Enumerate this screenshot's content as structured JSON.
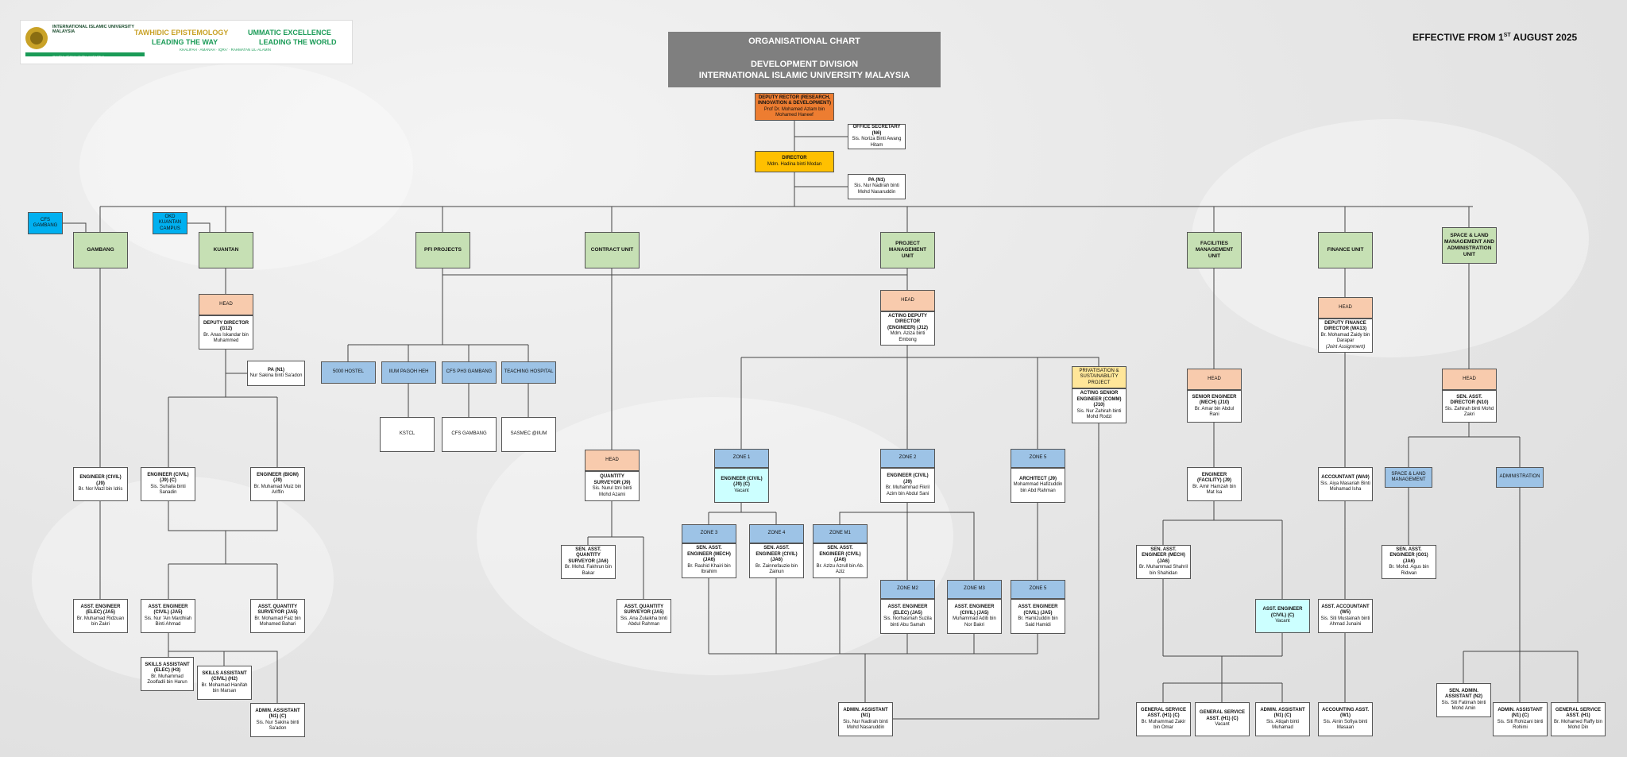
{
  "header": {
    "logo": {
      "university_name": "INTERNATIONAL ISLAMIC UNIVERSITY MALAYSIA",
      "motto": "Garden of Knowledge and Virtue",
      "slogan1_line1": "TAWHIDIC EPISTEMOLOGY",
      "slogan1_line2": "LEADING THE WAY",
      "slogan2_line1": "UMMATIC EXCELLENCE",
      "slogan2_line2": "LEADING THE WORLD",
      "tagline": "KHALIFAH · AMANAH · IQRA' · RAHMATAN LIL-ALAMIN"
    },
    "title_line1": "ORGANISATIONAL CHART",
    "title_line2": "DEVELOPMENT DIVISION",
    "title_line3": "INTERNATIONAL ISLAMIC UNIVERSITY MALAYSIA",
    "effective_from": "EFFECTIVE FROM 1",
    "effective_sup": "ST",
    "effective_rest": " AUGUST 2025"
  },
  "colors": {
    "unit": "#c6e0b4",
    "head": "#f8cbad",
    "deputy_rector": "#ed7d31",
    "director": "#ffc000",
    "zone": "#9dc3e6",
    "vacant": "#ccffff",
    "campus": "#00b0f0",
    "privatisation": "#ffe699",
    "title_bg": "#7f7f7f"
  },
  "top": {
    "deputy_rector": {
      "title": "DEPUTY RECTOR (RESEARCH, INNOVATION & DEVELOPMENT)",
      "name": "Prof Dr. Mohamed Azlam bin Mohamed Haneef"
    },
    "office_secretary": {
      "title": "OFFICE SECRETARY (N6)",
      "name": "Sis. Noriza Binti Awang Hitam"
    },
    "director": {
      "title": "DIRECTOR",
      "name": "Mdm. Hadina binti Modan"
    },
    "pa": {
      "title": "PA (N1)",
      "name": "Sis. Nur Nadirah binti Mohd Nasaruddin"
    }
  },
  "units": {
    "cfs_gambang": "CFS GAMBANG",
    "okd_kuantan": "OKD KUANTAN CAMPUS",
    "gambang": "GAMBANG",
    "kuantan": "KUANTAN",
    "pfi": "PFI PROJECTS",
    "contract": "CONTRACT UNIT",
    "pmu": "PROJECT MANAGEMENT UNIT",
    "facilities": "FACILITIES MANAGEMENT UNIT",
    "finance": "FINANCE UNIT",
    "space": "SPACE & LAND MANAGEMENT AND ADMINISTRATION UNIT"
  },
  "kuantan": {
    "head": "HEAD",
    "deputy": {
      "title": "DEPUTY DIRECTOR (G12)",
      "name": "Br. Anas Iskandar bin Muhammed"
    },
    "pa": {
      "title": "PA (N1)",
      "name": "Nur Sakina binti Sa'adon"
    },
    "eng_civil": {
      "title": "ENGINEER (CIVIL) (J9) (C)",
      "name": "Sis. Suhaila binti Sanadin"
    },
    "eng_biom": {
      "title": "ENGINEER (BIOM) (J9)",
      "name": "Br. Muhamad Muiz bin Ariffin"
    },
    "asst_eng": {
      "title": "ASST. ENGINEER (CIVIL) (JA5)",
      "name": "Sis. Nur 'Ain Mardhiah Binti Ahmad"
    },
    "asst_qs": {
      "title": "ASST. QUANTITY SURVEYOR (JA5)",
      "name": "Br. Mohamad Faiz bin Mohamed Bahari"
    },
    "skills_elec": {
      "title": "SKILLS ASSISTANT (ELEC) (H3)",
      "name": "Br. Muhammad Zoolfadli bin Harun"
    },
    "skills_civil": {
      "title": "SKILLS ASSISTANT (CIVIL) (H2)",
      "name": "Br. Mohamad Hanifah bin Marsan"
    },
    "admin": {
      "title": "ADMIN. ASSISTANT (N1) (C)",
      "name": "Sis. Nur Sakina binti Sa'adon"
    }
  },
  "gambang": {
    "eng_civil": {
      "title": "ENGINEER (CIVIL) (J9)",
      "name": "Br. Nor Mazl bin Idris"
    },
    "asst_eng": {
      "title": "ASST. ENGINEER (ELEC) (JA5)",
      "name": "Br. Muhamad Ridzuan bin Zakri"
    }
  },
  "pfi": {
    "hostel": "5000 HOSTEL",
    "iium_pagoh": "IIUM PAGOH HEH",
    "cfs_ph3": "CFS PH3 GAMBANG",
    "hospital": "TEACHING HOSPITAL",
    "kstcl": "KSTCL",
    "cfs_gambang": "CFS GAMBANG",
    "sasmec": "SASMEC @IIUM"
  },
  "contract": {
    "head": "HEAD",
    "qs": {
      "title": "QUANTITY SURVEYOR (J9)",
      "name": "Sis. Nurul Izni binti Mohd Azami"
    },
    "sen_qs": {
      "title": "SEN. ASST. QUANTITY SURVEYOR (JA6)",
      "name": "Br. Mohd. Fakhrun bin Bakar"
    },
    "asst_qs": {
      "title": "ASST. QUANTITY SURVEYOR (JA5)",
      "name": "Sis. Ana Zulaikha binti Abdul Rahman"
    }
  },
  "pmu": {
    "head": "HEAD",
    "acting": {
      "title": "ACTING DEPUTY DIRECTOR (ENGINEER) (J12)",
      "name": "Mdm. Aziza binti Embong"
    },
    "zone1": "ZONE 1",
    "zone1_eng": {
      "title": "ENGINEER (CIVIL) (J9) (C)",
      "name": "Vacant"
    },
    "zone2": "ZONE 2",
    "zone2_eng": {
      "title": "ENGINEER (CIVIL) (J9)",
      "name": "Br. Muhammad Fikril Azim bin Abdul Sani"
    },
    "zone5": "ZONE 5",
    "zone5_arch": {
      "title": "ARCHITECT (J9)",
      "name": "Mohammad Hafizuddin bin Abd Rahman"
    },
    "zone3": "ZONE 3",
    "zone3_eng": {
      "title": "SEN. ASST. ENGINEER (MECH) (JA6)",
      "name": "Br. Rashid Khairi bin Ibrahim"
    },
    "zone4": "ZONE 4",
    "zone4_eng": {
      "title": "SEN. ASST. ENGINEER (CIVIL) (JA6)",
      "name": "Br. Zainnefauzie bin Zainun"
    },
    "zonem1": "ZONE M1",
    "zonem1_eng": {
      "title": "SEN. ASST. ENGINEER (CIVIL) (JA6)",
      "name": "Br. Azlzu Azrull bin Ab. Aziz"
    },
    "zonem2": "ZONE M2",
    "zonem2_eng": {
      "title": "ASST. ENGINEER (ELEC) (JA5)",
      "name": "Sis. Norhasmah Suzila binti Abu Samah"
    },
    "zonem3": "ZONE M3",
    "zonem3_eng": {
      "title": "ASST. ENGINEER (CIVIL) (JA5)",
      "name": "Muhammad Adib bin Nor Bakri"
    },
    "zone5b": "ZONE 5",
    "zone5b_eng": {
      "title": "ASST. ENGINEER (CIVIL) (JA5)",
      "name": "Br. Hamizuddin bin Said Hamidi"
    },
    "admin": {
      "title": "ADMIN. ASSISTANT (N1)",
      "name": "Sis. Nur Nadirah binti Mohd Nasaruddin"
    },
    "privat": "PRIVATISATION & SUSTAINABILITY PROJECT",
    "privat_eng": {
      "title": "ACTING SENIOR ENGINEER (COMM) (J10)",
      "name": "Sis. Nur Zahirah binti Mohd Rodzi"
    }
  },
  "facilities": {
    "head": "HEAD",
    "senior": {
      "title": "SENIOR ENGINEER (MECH) (J10)",
      "name": "Br. Amar bin Abdul Rani"
    },
    "engineer": {
      "title": "ENGINEER (FACILITY) (J9)",
      "name": "Br. Amir Hamzah bin Mat Isa"
    },
    "sen_asst": {
      "title": "SEN. ASST. ENGINEER (MECH) (JA6)",
      "name": "Br. Muhammad Shahril bin Shahidan"
    },
    "asst_civil": {
      "title": "ASST. ENGINEER (CIVIL) (C)",
      "name": "Vacant"
    },
    "gen1": {
      "title": "GENERAL SERVICE ASST. (H1) (C)",
      "name": "Br. Muhammad Zakir bin Omar"
    },
    "gen2": {
      "title": "GENERAL SERVICE ASST. (H1) (C)",
      "name": "Vacant"
    },
    "admin": {
      "title": "ADMIN. ASSISTANT (N1) (C)",
      "name": "Sis. Atiqah binti Muhamad"
    }
  },
  "finance": {
    "head": "HEAD",
    "deputy": {
      "title": "DEPUTY FINANCE DIRECTOR (WA13)",
      "name": "Br. Mohamad Zaidy bin Darapar",
      "note": "(Joint Assignment)"
    },
    "accountant": {
      "title": "ACCOUNTANT (WA9)",
      "name": "Sis. Aiya Masariah Binti Mohamad Isha"
    },
    "asst_acc": {
      "title": "ASST. ACCOUNTANT (W5)",
      "name": "Sis. Siti Mustainah binti Ahmad Junaini"
    },
    "acc_asst": {
      "title": "ACCOUNTING ASST. (W1)",
      "name": "Sis. Ainin Sofiya binti Masaan"
    }
  },
  "space": {
    "head": "HEAD",
    "director": {
      "title": "SEN. ASST. DIRECTOR (N10)",
      "name": "Sis. Zahirah binti Mohd Zakri"
    },
    "slm": "SPACE & LAND MANAGEMENT",
    "admin_box": "ADMINISTRATION",
    "sen_eng": {
      "title": "SEN. ASST. ENGINEER (G01) (JA6)",
      "name": "Br. Mohd. Agus bin Ridwan"
    },
    "sen_admin": {
      "title": "SEN. ADMIN. ASSISTANT (N2)",
      "name": "Sis. Siti Fatimah binti Mohd Amin"
    },
    "admin_asst": {
      "title": "ADMIN. ASSISTANT (N1) (C)",
      "name": "Sis. Siti Rohizani binti Rohimi"
    },
    "gen_asst": {
      "title": "GENERAL SERVICE ASST. (H1)",
      "name": "Br. Mohamed Raffy bin Mohd Din"
    }
  }
}
